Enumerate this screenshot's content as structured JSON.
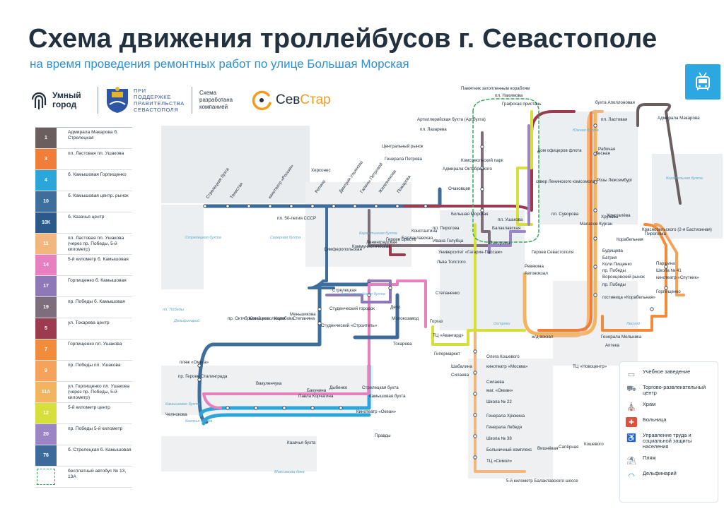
{
  "header": {
    "title": "Схема движения троллейбусов г. Севастополе",
    "subtitle": "на время проведения ремонтных работ по улице Большая Морская"
  },
  "logos": {
    "smart_city": "Умный город",
    "gov_support": "ПРИ ПОДДЕРЖКЕ ПРАВИТЕЛЬСТВА СЕВАСТОПОЛЯ",
    "developed_by": "Схема разработана компанией",
    "company_a": "Сев",
    "company_b": "Стар"
  },
  "routes": [
    {
      "id": "1",
      "color": "#6a5e5e",
      "text": "Адмирала Макарова б. Стрелецкая"
    },
    {
      "id": "3",
      "color": "#f07d38",
      "text": "пл. Ластовая пл. Ушакова"
    },
    {
      "id": "4",
      "color": "#2aa6d8",
      "text": "б. Камышовая Горпищенко"
    },
    {
      "id": "10",
      "color": "#3e6f9c",
      "text": "б. Камышовая центр. рынок"
    },
    {
      "id": "10К",
      "color": "#2b5a8a",
      "text": "б. Казачья центр"
    },
    {
      "id": "11",
      "color": "#f2b77e",
      "text": "пл. Ластовая пл. Ушакова (через пр. Победы, 5-й километр)"
    },
    {
      "id": "14",
      "color": "#e87fbf",
      "text": "5-й километр б. Камышовая"
    },
    {
      "id": "17",
      "color": "#8f78b8",
      "text": "Горпищенко б. Камышовая"
    },
    {
      "id": "19",
      "color": "#7e6d7a",
      "text": "пр. Победы б. Камышовая"
    },
    {
      "id": "5",
      "color": "#9c3b4f",
      "text": "ул. Токарева центр"
    },
    {
      "id": "7",
      "color": "#f28c3b",
      "text": "Горпищенко пл. Ушакова"
    },
    {
      "id": "9",
      "color": "#f5a25a",
      "text": "пр. Победы пл. Ушакова"
    },
    {
      "id": "11А",
      "color": "#f3b35f",
      "text": "ул. Горпищенко пл. Ушакова (через пр. Победы, 5-й километр)"
    },
    {
      "id": "12",
      "color": "#d7df3b",
      "text": "5-й километр центр"
    },
    {
      "id": "20",
      "color": "#9b85c4",
      "text": "пр. Победы 5-й километр"
    },
    {
      "id": "76",
      "color": "#3c6a9a",
      "text": "б. Стрелецкая б. Камышовая"
    },
    {
      "id": "",
      "color": "#ffffff",
      "text": "бесплатный автобус № 13, 13А"
    }
  ],
  "map": {
    "west_stations": [
      "Стрелецкая бухта",
      "Тенистая",
      "кинотеатр «Россия»",
      "Репина",
      "Дмитрия Ульянова",
      "Галины Петровой",
      "Железнякова",
      "Пожарова"
    ],
    "north_labels": [
      "Херсонес",
      "пл. 50-летия СССР",
      "Центральный рынок",
      "Генерала Петрова",
      "пл. Лазарева",
      "Адмирала Октябрьского",
      "Комсомольский парк",
      "Очаковцев",
      "Большая Морская"
    ],
    "center_labels": [
      "пл. Нахимова",
      "Графская пристань",
      "Артиллерийская бухта (Артбухта)",
      "Дом офицеров флота",
      "сквер Ленинского комсомола",
      "пл. Суворова",
      "Памятник затопленным кораблям",
      "пл. Ушакова",
      "Балаклавская"
    ],
    "east_labels": [
      "бухта Аполлоновая",
      "пл. Ластовая",
      "Рабочая",
      "Розы Люксембург",
      "Адмирала Макарова",
      "Малахов Курган",
      "Хрулёва",
      "Хрусталёва",
      "Лесная",
      "Корабельная",
      "Пироговка",
      "Красносельского (2-я Бастионная)",
      "Будищева",
      "Батрия",
      "Коли Пищенко",
      "пр. Победы",
      "Воронцовский рынок",
      "гостиница «Корабельная»",
      "пр. Победы",
      "Паршина",
      "Школа № 41",
      "кинотеатр «Спутник»",
      "Горпищенко"
    ],
    "mid_labels": [
      "пл. Пирогова",
      "Ивана Голубца",
      "Университет «Гагарин-Пассаж»",
      "Панорама",
      "Героев Севастополя",
      "Ревякина",
      "Автовокзал",
      "ж/д вокзал",
      "Льва Толстого",
      "Коммунистическая",
      "Симферопольская",
      "Ленинградская",
      "Героев Бреста",
      "Баллаклавская",
      "Константина",
      "Стрелецкая",
      "Горгаз",
      "Молокозавод",
      "Токарева",
      "Степаненко",
      "Депо",
      "ТЦ «Авангард»"
    ],
    "south_labels": [
      "Студенческий городок",
      "Студенческий «Строитель»",
      "Меньшикова",
      "пляж «Омега»",
      "пр. Героев Сталинграда",
      "Челнокова",
      "Вакуленчука",
      "пр. Октябрьской революции",
      "Юмашева",
      "Колобова",
      "Степаняна",
      "Бакунина",
      "Павла Корчагина",
      "Дыбенко",
      "Стрелецкая бухта",
      "Камышовая бухта",
      "Казачья бухта",
      "Правды",
      "Кинотеатр «Океан»"
    ],
    "south_east_labels": [
      "Генерала Мельника",
      "Аптека",
      "Шабалина",
      "Силаева",
      "Олега Кошевого",
      "кинотеатр «Москва»",
      "Силаева",
      "маг. «Океан»",
      "Школа № 22",
      "Генерала Хрюкина",
      "Генерала Лебедя",
      "Школа № 38",
      "Больничный комплекс",
      "ТЦ «Симол»",
      "5-й километр Балаклавского шоссе",
      "Вишнёвая",
      "Сапёрная",
      "Кошевого",
      "ТЦ «Новоцентр»",
      "Гипермаркет"
    ],
    "areas": [
      "Стрелецкая бухта",
      "Северная бухта",
      "Корабельная бухта",
      "Южная бухта",
      "Карантинная бухта",
      "Камышовая бухта",
      "Казачья бухта",
      "Артиллерийская бухта",
      "пл. Победы",
      "Дельфинарий",
      "Остряки",
      "Лесной",
      "Максимова дача"
    ]
  },
  "poi_legend": [
    {
      "icon": "school-icon",
      "label": "Учебное заведение"
    },
    {
      "icon": "shopping-cart-icon",
      "label": "Торгово-развлекательный центр"
    },
    {
      "icon": "temple-icon",
      "label": "Храм"
    },
    {
      "icon": "hospital-icon",
      "label": "Больница"
    },
    {
      "icon": "accessibility-icon",
      "label": "Управление труда и социальной защиты населения"
    },
    {
      "icon": "beach-icon",
      "label": "Пляж"
    },
    {
      "icon": "dolphin-icon",
      "label": "Дельфинарий"
    }
  ]
}
